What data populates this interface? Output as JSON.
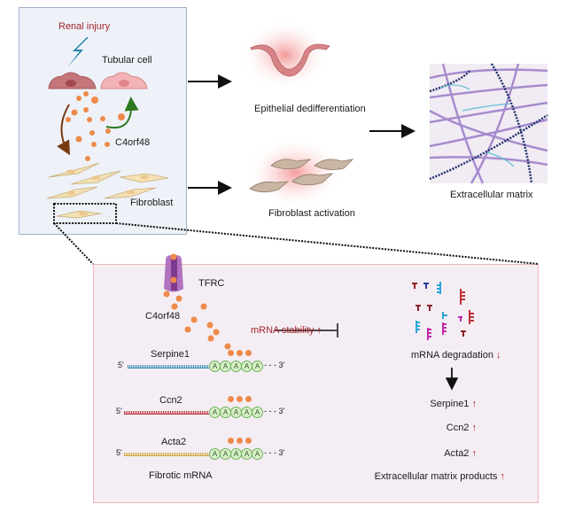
{
  "figure": {
    "top_panel": {
      "renal_injury": "Renal injury",
      "tubular_cell": "Tubular cell",
      "secreted_factor": "C4orf48",
      "fibroblast": "Fibroblast"
    },
    "outcomes": {
      "epithelial": "Epithelial dedifferentiation",
      "fibroblast_activation": "Fibroblast activation",
      "ecm": "Extracellular matrix"
    },
    "mechanism": {
      "receptor": "TFRC",
      "ligand": "C4orf48",
      "stability": "mRNA stability",
      "degradation": "mRNA degradation",
      "transcripts": [
        {
          "name": "Serpine1",
          "five": "5'",
          "three": "3'",
          "tail": [
            "A",
            "A",
            "A",
            "A",
            "A"
          ],
          "color": "#3a8fb8"
        },
        {
          "name": "Ccn2",
          "five": "5'",
          "three": "3'",
          "tail": [
            "A",
            "A",
            "A",
            "A",
            "A"
          ],
          "color": "#c0303a"
        },
        {
          "name": "Acta2",
          "five": "5'",
          "three": "3'",
          "tail": [
            "A",
            "A",
            "A",
            "A",
            "A"
          ],
          "color": "#d4a640"
        }
      ],
      "transcripts_label": "Fibrotic mRNA",
      "results": [
        "Serpine1",
        "Ccn2",
        "Acta2",
        "Extracellular matrix products"
      ]
    },
    "colors": {
      "up_arrow": "#8e1f27",
      "c4orf48_dot": "#ee8a4a",
      "tfrc": "#a55cb5",
      "polyA": "#d8f0c8"
    }
  }
}
